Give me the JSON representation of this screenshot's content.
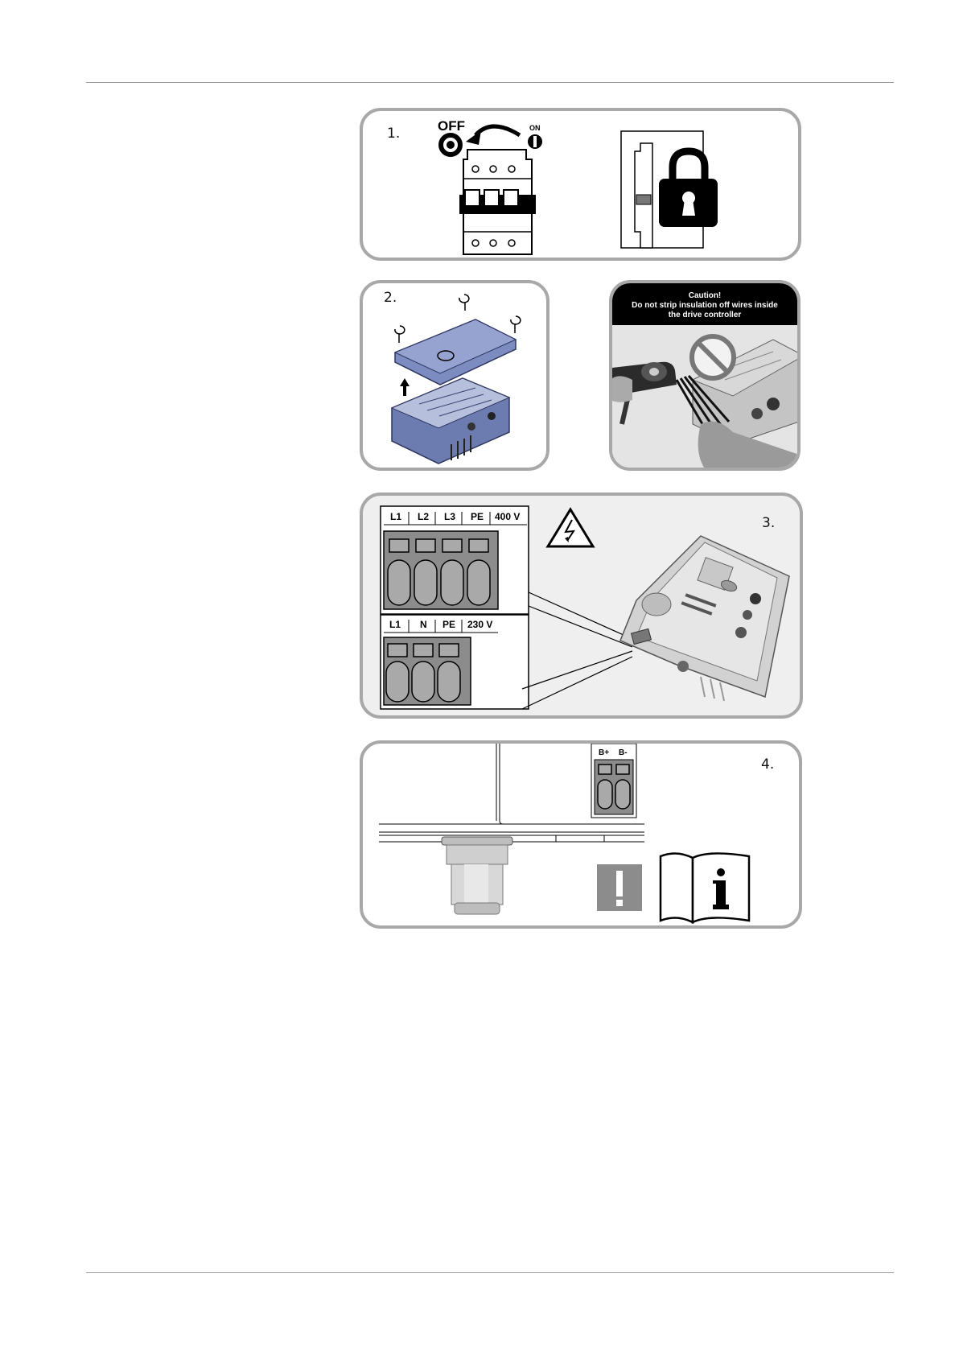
{
  "steps": {
    "s1": "1.",
    "s2": "2.",
    "s3": "3.",
    "s4": "4."
  },
  "switch": {
    "off_label": "OFF",
    "on_label": "ON"
  },
  "caution": {
    "line1": "Caution!",
    "line2": "Do not strip insulation off wires inside",
    "line3": "the drive controller"
  },
  "terminals_400": {
    "labels": [
      "L1",
      "L2",
      "L3",
      "PE"
    ],
    "voltage": "400 V"
  },
  "terminals_230": {
    "labels": [
      "L1",
      "N",
      "PE"
    ],
    "voltage": "230 V"
  },
  "brake_terminals": {
    "b_plus": "B+",
    "b_minus": "B-"
  },
  "icons": [
    "circuit-breaker-icon",
    "padlock-icon",
    "warning-high-voltage-icon",
    "attention-icon",
    "read-manual-icon",
    "prohibited-icon"
  ],
  "colors": {
    "panel_border": "#a8a8a8",
    "device_blue": "#6f7fb3",
    "attention_grey": "#8c8c8c"
  }
}
